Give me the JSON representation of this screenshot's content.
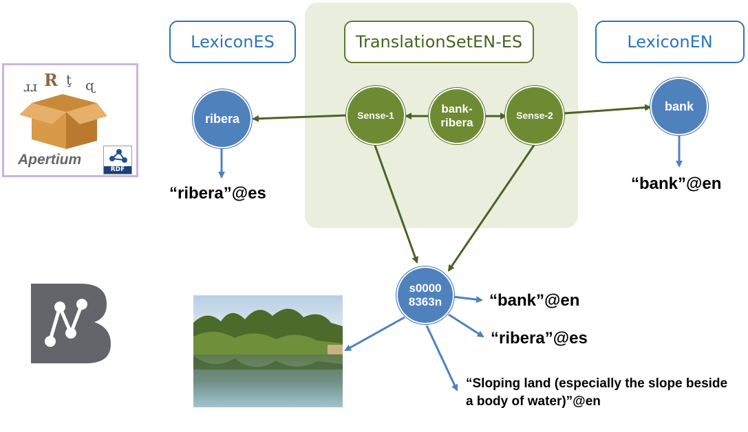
{
  "boxes": {
    "lexicon_es": "LexiconES",
    "translation_set": "TranslationSetEN-ES",
    "lexicon_en": "LexiconEN"
  },
  "nodes": {
    "ribera": "ribera",
    "sense1": "Sense-1",
    "bank_ribera": "bank-ribera",
    "sense2": "Sense-2",
    "bank": "bank",
    "synset": "s0000 8363n"
  },
  "literals": {
    "ribera_es": "“ribera”@es",
    "bank_en": "“bank”@en",
    "syn_bank": "“bank”@en",
    "syn_ribera": "“ribera”@es",
    "gloss": "“Sloping land (especially the slope beside a body of water)”@en"
  },
  "logos": {
    "apertium": "Apertium",
    "rdf": "RDF"
  },
  "colors": {
    "blue": "#4f81bd",
    "green": "#6e8b33",
    "panel": "#e9efdc"
  }
}
